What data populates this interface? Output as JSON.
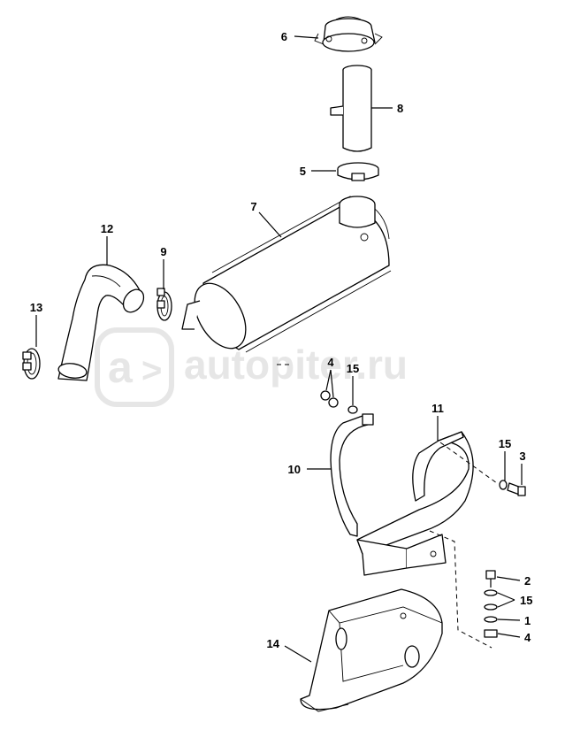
{
  "watermark": "autopiter.ru",
  "callouts": [
    {
      "id": "c6",
      "text": "6"
    },
    {
      "id": "c8",
      "text": "8"
    },
    {
      "id": "c5",
      "text": "5"
    },
    {
      "id": "c7",
      "text": "7"
    },
    {
      "id": "c12",
      "text": "12"
    },
    {
      "id": "c9",
      "text": "9"
    },
    {
      "id": "c13",
      "text": "13"
    },
    {
      "id": "c4a",
      "text": "4"
    },
    {
      "id": "c15a",
      "text": "15"
    },
    {
      "id": "c11",
      "text": "11"
    },
    {
      "id": "c10",
      "text": "10"
    },
    {
      "id": "c15b",
      "text": "15"
    },
    {
      "id": "c3",
      "text": "3"
    },
    {
      "id": "c2",
      "text": "2"
    },
    {
      "id": "c15c",
      "text": "15"
    },
    {
      "id": "c1",
      "text": "1"
    },
    {
      "id": "c4b",
      "text": "4"
    },
    {
      "id": "c14",
      "text": "14"
    }
  ]
}
